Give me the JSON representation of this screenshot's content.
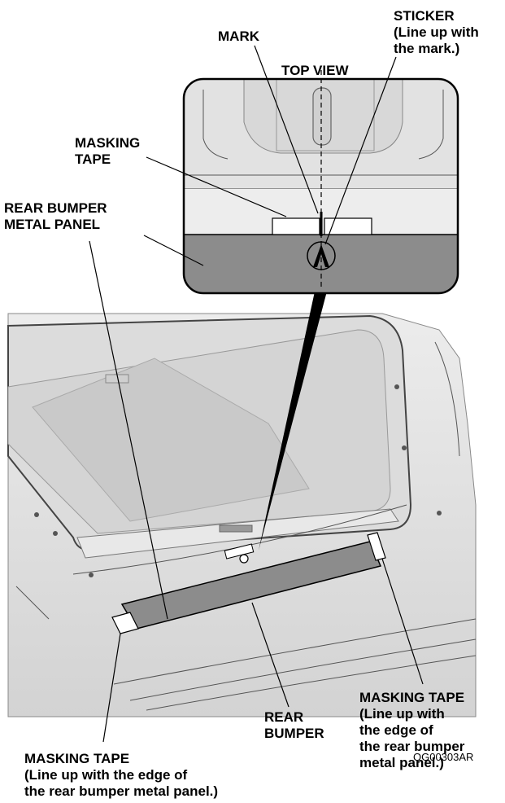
{
  "labels": {
    "mark": "MARK",
    "sticker_l1": "STICKER",
    "sticker_l2": "(Line up with",
    "sticker_l3": "the mark.)",
    "top_view": "TOP VIEW",
    "masking_tape_top_l1": "MASKING",
    "masking_tape_top_l2": "TAPE",
    "metal_panel_l1": "REAR BUMPER",
    "metal_panel_l2": "METAL PANEL",
    "masking_tape_right_l1": "MASKING TAPE",
    "masking_tape_right_l2": "(Line up with",
    "masking_tape_right_l3": "the edge of",
    "masking_tape_right_l4": "the rear bumper",
    "masking_tape_right_l5": "metal panel.)",
    "rear_bumper_l1": "REAR",
    "rear_bumper_l2": "BUMPER",
    "figure_code": "QG00303AR",
    "masking_tape_bottom_l1": "MASKING TAPE",
    "masking_tape_bottom_l2": "(Line up with the edge of",
    "masking_tape_bottom_l3": "the rear bumper metal panel.)"
  },
  "colors": {
    "body_light": "#e6e6e6",
    "body_mid": "#cfcfcf",
    "metal_panel": "#8c8c8c",
    "outline": "#000000"
  }
}
